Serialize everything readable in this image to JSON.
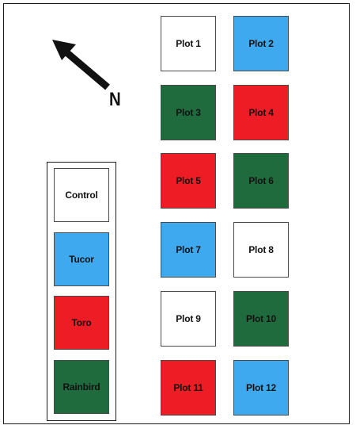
{
  "compass": {
    "label": "N"
  },
  "colors": {
    "white": "#ffffff",
    "blue": "#3fa9ef",
    "red": "#ee1c24",
    "green": "#1f6b3e"
  },
  "legend": [
    {
      "label": "Control",
      "color": "white"
    },
    {
      "label": "Tucor",
      "color": "blue"
    },
    {
      "label": "Toro",
      "color": "red"
    },
    {
      "label": "Rainbird",
      "color": "green"
    }
  ],
  "plots": [
    {
      "label": "Plot 1",
      "color": "white"
    },
    {
      "label": "Plot 2",
      "color": "blue"
    },
    {
      "label": "Plot 3",
      "color": "green"
    },
    {
      "label": "Plot 4",
      "color": "red"
    },
    {
      "label": "Plot 5",
      "color": "red"
    },
    {
      "label": "Plot 6",
      "color": "green"
    },
    {
      "label": "Plot 7",
      "color": "blue"
    },
    {
      "label": "Plot 8",
      "color": "white"
    },
    {
      "label": "Plot 9",
      "color": "white"
    },
    {
      "label": "Plot 10",
      "color": "green"
    },
    {
      "label": "Plot 11",
      "color": "red"
    },
    {
      "label": "Plot 12",
      "color": "blue"
    }
  ]
}
